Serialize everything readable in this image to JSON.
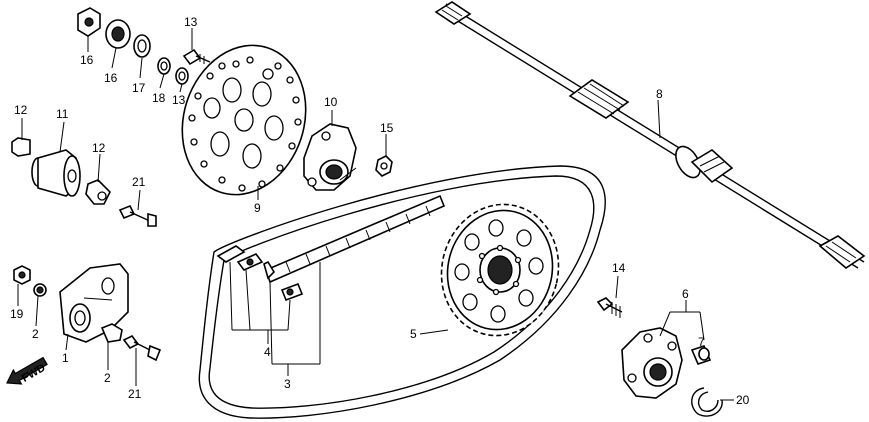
{
  "callouts": {
    "c1": "1",
    "c2a": "2",
    "c2b": "2",
    "c3": "3",
    "c4": "4",
    "c5": "5",
    "c6": "6",
    "c7": "7",
    "c8": "8",
    "c9": "9",
    "c10": "10",
    "c11": "11",
    "c12a": "12",
    "c12b": "12",
    "c13": "13",
    "c14": "14",
    "c15": "15",
    "c16a": "16",
    "c16b": "16",
    "c17": "17",
    "c18": "18",
    "c19": "19",
    "c20": "20",
    "c21a": "21",
    "c21b": "21"
  },
  "fwd_label": "FWD",
  "icons": {
    "fwd_arrow": "arrow-left-icon"
  }
}
